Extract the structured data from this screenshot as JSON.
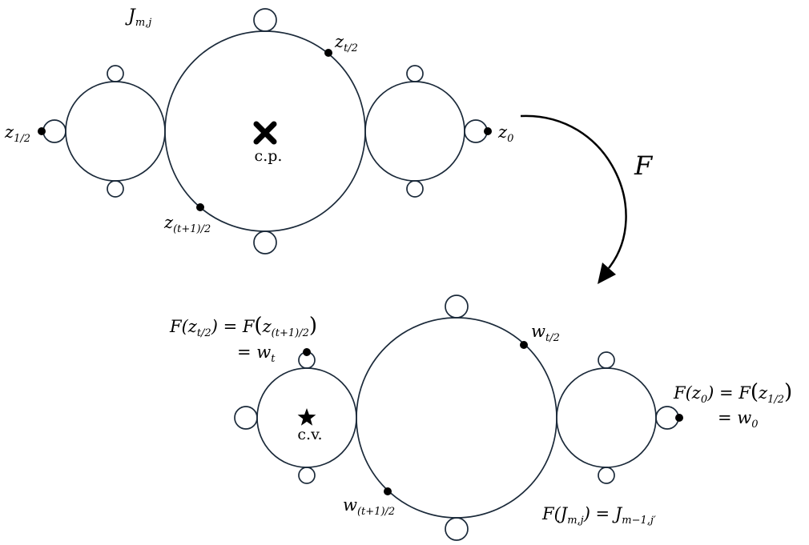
{
  "top": {
    "set_label": {
      "main": "J",
      "sub": "m,j"
    },
    "point_t_half": {
      "main": "z",
      "sub": "t/2"
    },
    "point_t1_half": {
      "main": "z",
      "sub": "(t+1)/2"
    },
    "point_one_half": {
      "main": "z",
      "sub": "1/2"
    },
    "point_zero": {
      "main": "z",
      "sub": "0"
    },
    "critical_point_label": "c.p."
  },
  "map_label": "F",
  "bottom": {
    "eq_left_line1": {
      "a": "F(z",
      "a_sub": "t/2",
      "b": ") = F",
      "c": "z",
      "c_sub": "(t+1)/2",
      "close": ""
    },
    "eq_left_line2": {
      "main": "= w",
      "sub": "t"
    },
    "point_w_t_half": {
      "main": "w",
      "sub": "t/2"
    },
    "point_w_t1_half": {
      "main": "w",
      "sub": "(t+1)/2"
    },
    "eq_right_line1": {
      "a": "F(z",
      "a_sub": "0",
      "b": ") = F",
      "c": "z",
      "c_sub": "1/2"
    },
    "eq_right_line2": {
      "main": "= w",
      "sub": "0"
    },
    "critical_value_label": "c.v.",
    "image_eq": {
      "a": "F(J",
      "a_sub": "m,j",
      "b": ") = J",
      "c_sub": "m−1,j′"
    }
  }
}
